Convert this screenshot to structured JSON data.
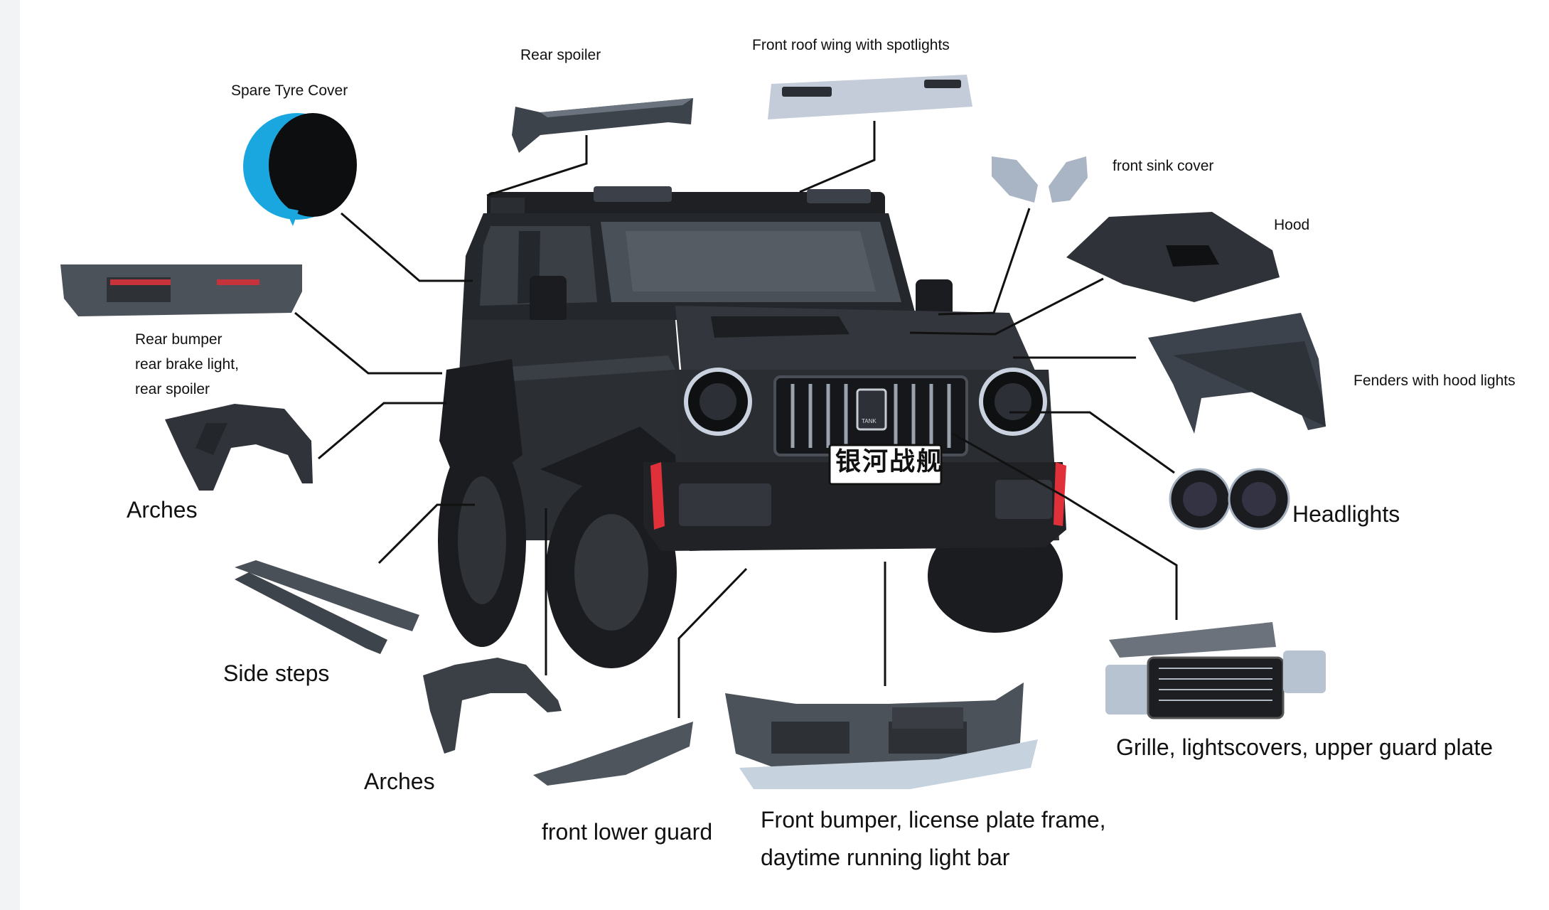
{
  "vehicle": {
    "plate_text": "银河战舰",
    "grille_badge": "TANK"
  },
  "labels": {
    "spare_tyre_cover": "Spare Tyre Cover",
    "rear_spoiler": "Rear spoiler",
    "front_roof_wing": "Front roof wing with spotlights",
    "front_sink_cover": "front sink cover",
    "hood": "Hood",
    "rear_bumper_line1": "Rear bumper",
    "rear_bumper_line2": "rear brake light,",
    "rear_bumper_line3": "rear spoiler",
    "fenders": "Fenders with hood lights",
    "arches_left": "Arches",
    "headlights": "Headlights",
    "side_steps": "Side steps",
    "arches_bottom": "Arches",
    "front_lower_guard": "front lower guard",
    "front_bumper_line1": "Front bumper, license plate frame,",
    "front_bumper_line2": "daytime running light bar",
    "grille": "Grille, lightscovers, upper guard plate"
  },
  "colors": {
    "background": "#ffffff",
    "leader_line": "#111111",
    "body_dark": "#2b2e33",
    "part_grey": "#5c6470",
    "part_light": "#b9c6d6",
    "accent_blue": "#1aa7e0",
    "drl_red": "#e0313a"
  }
}
